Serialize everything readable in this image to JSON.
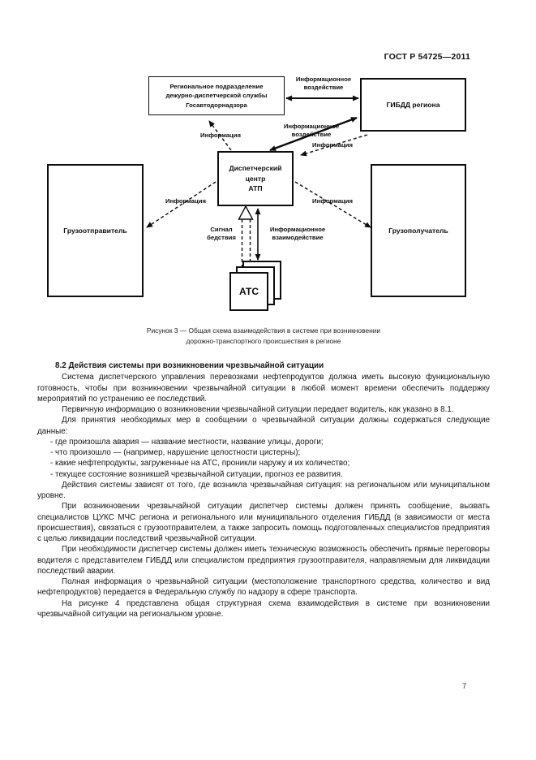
{
  "page": {
    "header": "ГОСТ Р 54725—2011",
    "page_number": "7"
  },
  "figure": {
    "caption_line1": "Рисунок 3 — Общая схема взаимодействия в системе при возникновении",
    "caption_line2": "дорожно-транспортного происшествия в регионе",
    "boxes": {
      "regional": "Региональное подразделение\nдежурно-диспетчерской службы\nГосавтодорнадзора",
      "gibdd": "ГИБДД региона",
      "dispatch": "Диспетчерский\nцентр\nАТП",
      "shipper": "Грузоотправитель",
      "consignee": "Грузополучатель",
      "atc": "АТС"
    },
    "labels": {
      "impact_top": "Информационное\nвоздействие",
      "info_regional": "Информация",
      "impact_mid": "Информационное\nвоздействие",
      "info_gibdd": "Информация",
      "info_shipper": "Информация",
      "info_consignee": "Информация",
      "distress": "Сигнал\nбедствия",
      "interaction": "Информационное\nвзаимодействие"
    }
  },
  "content": {
    "heading": "8.2 Действия системы при возникновении чрезвычайной ситуации",
    "paragraphs": [
      {
        "type": "p",
        "text": "Система диспетчерского управления перевозками нефтепродуктов должна иметь высокую функ­циональную готовность, чтобы при возникновении чрезвычайной ситуации в любой момент времени обеспечить поддержку мероприятий по устранению ее последствий."
      },
      {
        "type": "p",
        "text": "Первичную информацию о возникновении чрезвычайной ситуации передает водитель, как указа­но в 8.1."
      },
      {
        "type": "p",
        "text": "Для принятия необходимых мер в сообщении о чрезвычайной ситуации должны содержаться сле­дующие данные:"
      },
      {
        "type": "li",
        "text": "- где произошла авария — название местности, название улицы, дороги;"
      },
      {
        "type": "li",
        "text": "- что произошло — (например, нарушение целостности цистерны);"
      },
      {
        "type": "li",
        "text": "- какие нефтепродукты, загруженные на АТС, проникли наружу и их количество;"
      },
      {
        "type": "li",
        "text": "- текущее состояние возникшей чрезвычайной ситуации, прогноз ее развития."
      },
      {
        "type": "p",
        "text": "Действия системы зависят от того, где возникла чрезвычайная ситуация: на региональном или му­ниципальном уровне."
      },
      {
        "type": "p",
        "text": "При возникновении чрезвычайной ситуации диспетчер системы должен принять сообщение, вызвать специалистов ЦУКС МЧС региона и регионального или муниципального отделения ГИБДД (в зависимости от места происшествия), связаться с грузоотправителем, а также запросить помощь подготовленных специалистов предприятия с целью ликвидации последствий чрезвычайной ситуа­ции."
      },
      {
        "type": "p",
        "text": "При необходимости диспетчер системы должен иметь техническую возможность обеспечить прямые переговоры водителя с представителем ГИБДД или специалистом предприятия грузоотправи­теля, направляемым для ликвидации последствий аварии."
      },
      {
        "type": "p",
        "text": "Полная информация о чрезвычайной ситуации (местоположение транспортного средства, коли­чество и вид нефтепродуктов) передается в Федеральную службу по надзору в сфере транспорта."
      },
      {
        "type": "p",
        "text": "На рисунке 4 представлена общая структурная схема взаимодействия в системе при возникнове­нии чрезвычайной ситуации на региональном уровне."
      }
    ]
  }
}
